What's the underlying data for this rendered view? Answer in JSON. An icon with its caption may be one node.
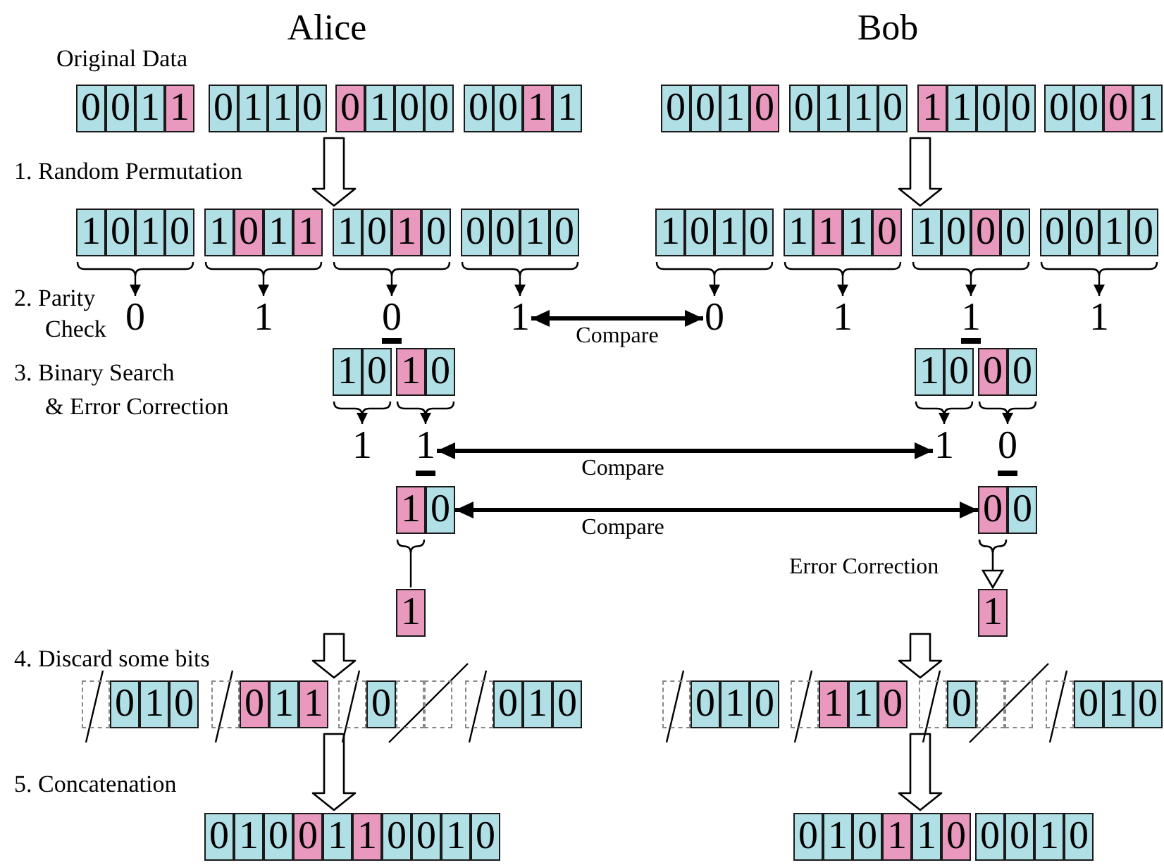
{
  "diagram": {
    "nodes": [
      {
        "text": [
          "0",
          "0",
          "1",
          "1"
        ]
      },
      {
        "text": [
          "0",
          "1",
          "1",
          "0"
        ]
      },
      {
        "text": [
          "0",
          "1",
          "0",
          "0"
        ]
      },
      {
        "text": [
          "0",
          "0",
          "1",
          "1"
        ]
      },
      {
        "text": [
          "0",
          "0",
          "1",
          "0"
        ]
      },
      {
        "text": [
          "0",
          "1",
          "1",
          "0"
        ]
      },
      {
        "text": [
          "1",
          "1",
          "0",
          "0"
        ]
      },
      {
        "text": [
          "0",
          "0",
          "0",
          "1"
        ]
      },
      {
        "text": [
          "1",
          "0",
          "1",
          "0"
        ]
      },
      {
        "text": [
          "1",
          "0",
          "1",
          "1"
        ]
      },
      {
        "text": [
          "1",
          "0",
          "1",
          "0"
        ]
      },
      {
        "text": [
          "0",
          "0",
          "1",
          "0"
        ]
      },
      {
        "text": [
          "1",
          "0",
          "1",
          "0"
        ]
      },
      {
        "text": [
          "1",
          "1",
          "1",
          "0"
        ]
      },
      {
        "text": [
          "1",
          "0",
          "0",
          "0"
        ]
      },
      {
        "text": [
          "0",
          "0",
          "1",
          "0"
        ]
      },
      {
        "text": [
          "0"
        ]
      },
      {
        "text": [
          "1"
        ]
      },
      {
        "text": [
          "0"
        ]
      },
      {
        "text": [
          "1"
        ]
      },
      {
        "text": [
          "0"
        ]
      },
      {
        "text": [
          "1"
        ]
      },
      {
        "text": [
          "1"
        ]
      },
      {
        "text": [
          "1"
        ]
      },
      {
        "text": [
          "1",
          "0"
        ]
      },
      {
        "text": [
          "1",
          "0"
        ]
      },
      {
        "text": [
          "1",
          "0"
        ]
      },
      {
        "text": [
          "0",
          "0"
        ]
      },
      {
        "text": [
          "1"
        ]
      },
      {
        "text": [
          "1"
        ]
      },
      {
        "text": [
          "1"
        ]
      },
      {
        "text": [
          "0"
        ]
      },
      {
        "text": [
          "1",
          "0"
        ]
      },
      {
        "text": [
          "0",
          "0"
        ]
      },
      {
        "text": [
          "1"
        ]
      },
      {
        "text": [
          "1"
        ]
      },
      {
        "text": [
          "0",
          "1",
          "0"
        ]
      },
      {
        "text": [
          "0",
          "1",
          "1"
        ]
      },
      {
        "text": [
          "0"
        ]
      },
      {
        "text": [
          "0",
          "1",
          "0"
        ]
      },
      {
        "text": [
          "0",
          "1",
          "0"
        ]
      },
      {
        "text": [
          "1",
          "1",
          "0"
        ]
      },
      {
        "text": [
          "0"
        ]
      },
      {
        "text": [
          "0",
          "1",
          "0"
        ]
      },
      {
        "text": [
          "0",
          "1",
          "0",
          "0",
          "1",
          "1",
          "0",
          "0",
          "1",
          "0"
        ]
      },
      {
        "text": [
          "0",
          "1",
          "0",
          "1",
          "1",
          "0"
        ]
      },
      {
        "text": [
          "0",
          "0",
          "1",
          "0"
        ]
      }
    ],
    "edges": [
      {
        "from": 2,
        "to": 10,
        "arrow": "to"
      },
      {
        "from": 6,
        "to": 14,
        "arrow": "to"
      },
      {
        "from": 8,
        "to": 16,
        "arrow": "to"
      },
      {
        "from": 9,
        "to": 17,
        "arrow": "to"
      },
      {
        "from": 10,
        "to": 18,
        "arrow": "to"
      },
      {
        "from": 11,
        "to": 19,
        "arrow": "to"
      },
      {
        "from": 12,
        "to": 20,
        "arrow": "to"
      },
      {
        "from": 13,
        "to": 21,
        "arrow": "to"
      },
      {
        "from": 14,
        "to": 22,
        "arrow": "to"
      },
      {
        "from": 15,
        "to": 23,
        "arrow": "to"
      },
      {
        "from": 19,
        "to": 20,
        "arrow": "both",
        "label": "Compare",
        "style": "thick"
      },
      {
        "from": 24,
        "to": 28,
        "arrow": "to"
      },
      {
        "from": 25,
        "to": 29,
        "arrow": "to"
      },
      {
        "from": 26,
        "to": 30,
        "arrow": "to"
      },
      {
        "from": 27,
        "to": 31,
        "arrow": "to"
      },
      {
        "from": 29,
        "to": 30,
        "arrow": "both",
        "label": "Compare",
        "style": "thick"
      },
      {
        "from": 32,
        "to": 33,
        "arrow": "both",
        "label": "Compare",
        "style": "thick"
      },
      {
        "from": 32,
        "to": 34,
        "arrow": "none"
      },
      {
        "from": 33,
        "to": 35,
        "arrow": "to",
        "label": "Error Correction"
      },
      {
        "from": null,
        "to": 38,
        "arrow": "to"
      },
      {
        "from": null,
        "to": 42,
        "arrow": "to"
      },
      {
        "from": 38,
        "to": 44,
        "arrow": "to"
      },
      {
        "from": 42,
        "to": 45,
        "arrow": "to"
      }
    ],
    "labels": [
      "Alice",
      "Bob",
      "Original Data",
      "1. Random Permutation",
      "2. Parity Check",
      "3. Binary Search & Error Correction",
      "4. Discard some bits",
      "5. Concatenation"
    ]
  }
}
